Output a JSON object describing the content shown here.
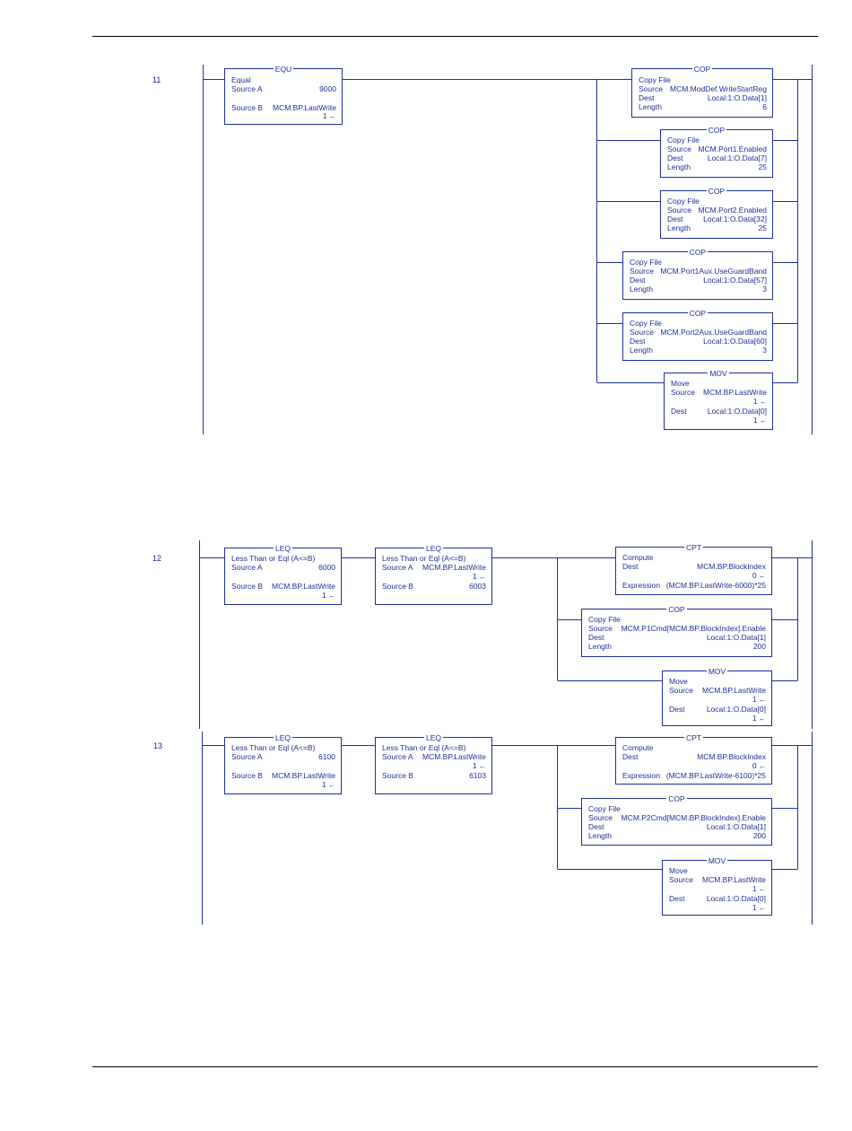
{
  "rungs": [
    {
      "number": "11",
      "inputs": [
        {
          "mnemonic": "EQU",
          "title": "Equal",
          "rows": [
            {
              "label": "Source A",
              "value": "9000"
            },
            {
              "label": "Source B",
              "value": "MCM.BP.LastWrite",
              "live": "1"
            }
          ]
        }
      ],
      "outputs": [
        {
          "mnemonic": "COP",
          "title": "Copy File",
          "rows": [
            {
              "label": "Source",
              "value": "MCM.ModDef.WriteStartReg"
            },
            {
              "label": "Dest",
              "value": "Local:1:O.Data[1]"
            },
            {
              "label": "Length",
              "value": "6"
            }
          ]
        },
        {
          "mnemonic": "COP",
          "title": "Copy File",
          "rows": [
            {
              "label": "Source",
              "value": "MCM.Port1.Enabled"
            },
            {
              "label": "Dest",
              "value": "Local:1:O.Data[7]"
            },
            {
              "label": "Length",
              "value": "25"
            }
          ]
        },
        {
          "mnemonic": "COP",
          "title": "Copy File",
          "rows": [
            {
              "label": "Source",
              "value": "MCM.Port2.Enabled"
            },
            {
              "label": "Dest",
              "value": "Local:1:O.Data[32]"
            },
            {
              "label": "Length",
              "value": "25"
            }
          ]
        },
        {
          "mnemonic": "COP",
          "title": "Copy File",
          "rows": [
            {
              "label": "Source",
              "value": "MCM.Port1Aux.UseGuardBand"
            },
            {
              "label": "Dest",
              "value": "Local:1:O.Data[57]"
            },
            {
              "label": "Length",
              "value": "3"
            }
          ]
        },
        {
          "mnemonic": "COP",
          "title": "Copy File",
          "rows": [
            {
              "label": "Source",
              "value": "MCM.Port2Aux.UseGuardBand"
            },
            {
              "label": "Dest",
              "value": "Local:1:O.Data[60]"
            },
            {
              "label": "Length",
              "value": "3"
            }
          ]
        },
        {
          "mnemonic": "MOV",
          "title": "Move",
          "rows": [
            {
              "label": "Source",
              "value": "MCM.BP.LastWrite",
              "live": "1"
            },
            {
              "label": "Dest",
              "value": "Local:1:O.Data[0]",
              "live": "1"
            }
          ]
        }
      ]
    },
    {
      "number": "12",
      "inputs": [
        {
          "mnemonic": "LEQ",
          "title": "Less Than or Eql (A<=B)",
          "rows": [
            {
              "label": "Source A",
              "value": "6000"
            },
            {
              "label": "Source B",
              "value": "MCM.BP.LastWrite",
              "live": "1"
            }
          ]
        },
        {
          "mnemonic": "LEQ",
          "title": "Less Than or Eql (A<=B)",
          "rows": [
            {
              "label": "Source A",
              "value": "MCM.BP.LastWrite",
              "live": "1"
            },
            {
              "label": "Source B",
              "value": "6003"
            }
          ]
        }
      ],
      "outputs": [
        {
          "mnemonic": "CPT",
          "title": "Compute",
          "rows": [
            {
              "label": "Dest",
              "value": "MCM.BP.BlockIndex",
              "live": "0"
            },
            {
              "label": "Expression",
              "value": "(MCM.BP.LastWrite-6000)*25"
            }
          ]
        },
        {
          "mnemonic": "COP",
          "title": "Copy File",
          "rows": [
            {
              "label": "Source",
              "value": "MCM.P1Cmd[MCM.BP.BlockIndex].Enable"
            },
            {
              "label": "Dest",
              "value": "Local:1:O.Data[1]"
            },
            {
              "label": "Length",
              "value": "200"
            }
          ]
        },
        {
          "mnemonic": "MOV",
          "title": "Move",
          "rows": [
            {
              "label": "Source",
              "value": "MCM.BP.LastWrite",
              "live": "1"
            },
            {
              "label": "Dest",
              "value": "Local:1:O.Data[0]",
              "live": "1"
            }
          ]
        }
      ]
    },
    {
      "number": "13",
      "inputs": [
        {
          "mnemonic": "LEQ",
          "title": "Less Than or Eql (A<=B)",
          "rows": [
            {
              "label": "Source A",
              "value": "6100"
            },
            {
              "label": "Source B",
              "value": "MCM.BP.LastWrite",
              "live": "1"
            }
          ]
        },
        {
          "mnemonic": "LEQ",
          "title": "Less Than or Eql (A<=B)",
          "rows": [
            {
              "label": "Source A",
              "value": "MCM.BP.LastWrite",
              "live": "1"
            },
            {
              "label": "Source B",
              "value": "6103"
            }
          ]
        }
      ],
      "outputs": [
        {
          "mnemonic": "CPT",
          "title": "Compute",
          "rows": [
            {
              "label": "Dest",
              "value": "MCM.BP.BlockIndex",
              "live": "0"
            },
            {
              "label": "Expression",
              "value": "(MCM.BP.LastWrite-6100)*25"
            }
          ]
        },
        {
          "mnemonic": "COP",
          "title": "Copy File",
          "rows": [
            {
              "label": "Source",
              "value": "MCM.P2Cmd[MCM.BP.BlockIndex].Enable"
            },
            {
              "label": "Dest",
              "value": "Local:1:O.Data[1]"
            },
            {
              "label": "Length",
              "value": "200"
            }
          ]
        },
        {
          "mnemonic": "MOV",
          "title": "Move",
          "rows": [
            {
              "label": "Source",
              "value": "MCM.BP.LastWrite",
              "live": "1"
            },
            {
              "label": "Dest",
              "value": "Local:1:O.Data[0]",
              "live": "1"
            }
          ]
        }
      ]
    }
  ]
}
